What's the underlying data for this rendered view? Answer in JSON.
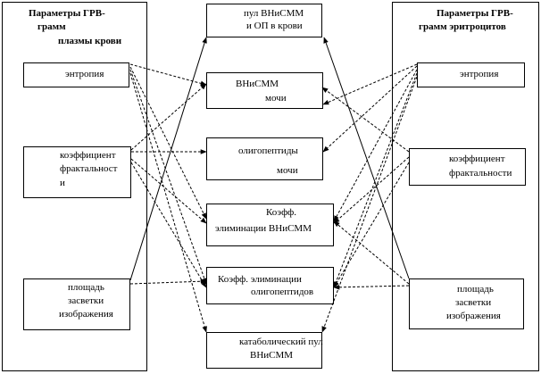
{
  "left_panel": {
    "title": [
      "Параметры ГРВ-",
      "грамм",
      "плазмы крови"
    ],
    "items": [
      {
        "lines": [
          "энтропия"
        ]
      },
      {
        "lines": [
          "коэффициент",
          "фрактальност",
          "и"
        ]
      },
      {
        "lines": [
          "площадь",
          "засветки",
          "изображения"
        ]
      }
    ]
  },
  "right_panel": {
    "title": [
      "Параметры ГРВ-",
      "грамм эритроцитов"
    ],
    "items": [
      {
        "lines": [
          "энтропия"
        ]
      },
      {
        "lines": [
          "коэффициент",
          "фрактальности"
        ]
      },
      {
        "lines": [
          "площадь",
          "засветки",
          "изображения"
        ]
      }
    ]
  },
  "center_items": [
    {
      "lines": [
        "пул ВНиСММ",
        "и ОП в крови"
      ]
    },
    {
      "lines": [
        "ВНиСММ",
        "мочи"
      ]
    },
    {
      "lines": [
        "олигопептиды",
        "мочи"
      ]
    },
    {
      "lines": [
        "Коэфф.",
        "элиминации  ВНиСММ"
      ]
    },
    {
      "lines": [
        "Коэфф. элиминации",
        "олигопептидов"
      ]
    },
    {
      "lines": [
        "катаболический пул",
        "ВНиСММ"
      ]
    }
  ],
  "colors": {
    "line": "#000000",
    "background": "#ffffff"
  }
}
